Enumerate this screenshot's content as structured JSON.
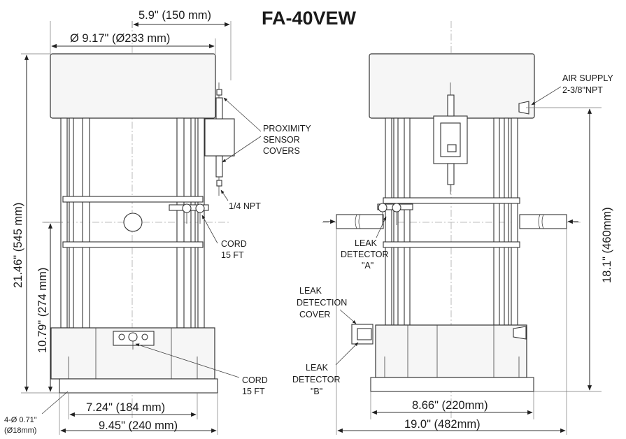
{
  "title": "FA-40VEW",
  "front_view": {
    "dim_offset": "5.9\" (150 mm)",
    "dim_diameter": "Ø 9.17\" (Ø233 mm)",
    "dim_height_total": "21.46\" (545 mm)",
    "dim_height_lower": "10.79\" (274 mm)",
    "dim_bolt_spacing": "7.24\" (184 mm)",
    "dim_base_width": "9.45\" (240 mm)",
    "holes_line1": "4-Ø 0.71\"",
    "holes_line2": "(Ø18mm)",
    "proximity_line1": "PROXIMITY",
    "proximity_line2": "SENSOR",
    "proximity_line3": "COVERS",
    "npt_label": "1/4 NPT",
    "cord_upper_line1": "CORD",
    "cord_upper_line2": "15 FT",
    "cord_lower_line1": "CORD",
    "cord_lower_line2": "15 FT"
  },
  "side_view": {
    "air_supply_line1": "AIR SUPPLY",
    "air_supply_line2": "2-3/8\"NPT",
    "dim_height": "18.1\" (460mm)",
    "leak_a_line1": "LEAK",
    "leak_a_line2": "DETECTOR",
    "leak_a_line3": "\"A\"",
    "leak_cover_line1": "LEAK",
    "leak_cover_line2": "DETECTION",
    "leak_cover_line3": "COVER",
    "leak_b_line1": "LEAK",
    "leak_b_line2": "DETECTOR",
    "leak_b_line3": "\"B\"",
    "dim_base_width": "8.66\" (220mm)",
    "dim_overall_width": "19.0\" (482mm)"
  }
}
